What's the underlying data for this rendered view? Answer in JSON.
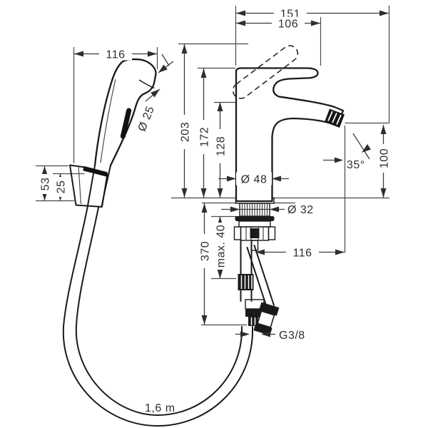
{
  "labels": {
    "width_151": "151",
    "width_106": "106",
    "width_116_top": "116",
    "dia_25": "Ø 25",
    "holder_53": "53",
    "holder_25": "25",
    "height_203": "203",
    "height_172": "172",
    "height_128": "128",
    "dia_48": "Ø 48",
    "angle_35": "35°",
    "height_100": "100",
    "dia_32": "Ø 32",
    "depth_370": "370",
    "max_40": "max. 40",
    "width_116_bottom": "116",
    "thread_g38": "G3/8",
    "hose_length": "1,6 m"
  },
  "colors": {
    "background": "#ffffff",
    "object_line": "#1a1a1a",
    "dimension_line": "#3c3c3c",
    "text": "#2e2e2e"
  }
}
